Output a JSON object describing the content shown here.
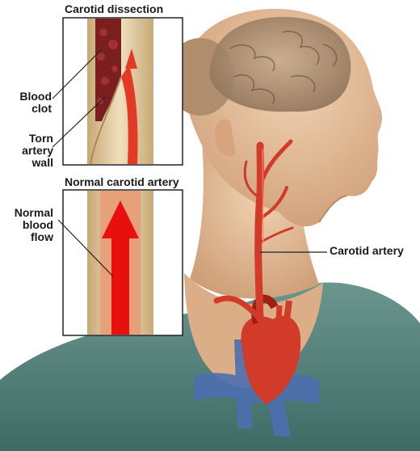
{
  "panels": {
    "dissection_title": "Carotid dissection",
    "normal_title": "Normal carotid artery"
  },
  "labels": {
    "blood_clot": "Blood clot",
    "torn_wall": "Torn artery wall",
    "normal_flow": "Normal blood flow",
    "carotid_artery": "Carotid artery"
  },
  "colors": {
    "skin": "#e7c39f",
    "skin_shadow": "#c99873",
    "shirt": "#58857e",
    "shirt_dark": "#3f6b66",
    "brain": "#a88a6e",
    "artery": "#d23a2a",
    "artery_dark": "#9e1f14",
    "vessel_blue": "#4d6fb0",
    "flow_arrow": "#e8100c",
    "wall": "#d9c39a",
    "clot": "#7a1e1e"
  }
}
